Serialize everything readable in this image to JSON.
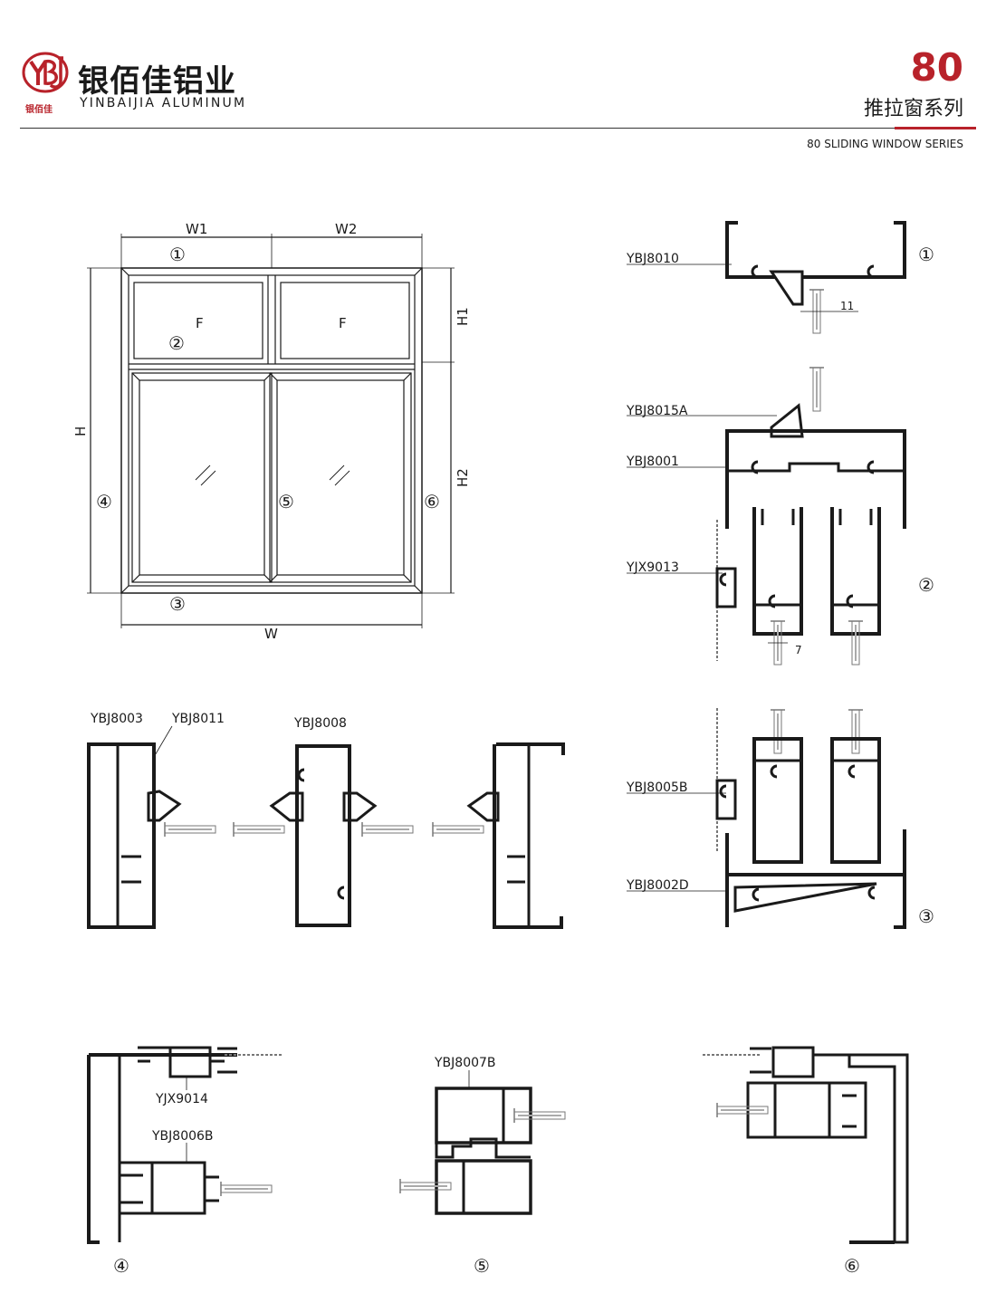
{
  "header": {
    "brand_cn": "银佰佳铝业",
    "brand_en": "YINBAIJIA ALUMINUM",
    "logo_sub": "银佰佳",
    "series_number": "80",
    "series_title_cn": "推拉窗系列",
    "series_title_en": "80 SLIDING WINDOW SERIES"
  },
  "colors": {
    "accent": "#b8222a",
    "line": "#1a1a1a"
  },
  "elevation": {
    "dims": {
      "w1": "W1",
      "w2": "W2",
      "w": "W",
      "h": "H",
      "h1": "H1",
      "h2": "H2"
    },
    "fixed_label": "F",
    "markers": [
      "①",
      "②",
      "③",
      "④",
      "⑤",
      "⑥"
    ]
  },
  "profiles": {
    "top_frame": "YBJ8010",
    "top_dim": "11",
    "fixed_clip": "YBJ8015A",
    "transom": "YBJ8001",
    "glass_bead_top": "YJX9013",
    "mid_dim": "7",
    "sash_bottom": "YBJ8005B",
    "bottom_frame": "YBJ8002D",
    "side_frame": "YBJ8003",
    "side_clip": "YBJ8011",
    "mullion": "YBJ8008",
    "glass_bead_side": "YJX9014",
    "sash_side": "YBJ8006B",
    "interlock": "YBJ8007B"
  }
}
